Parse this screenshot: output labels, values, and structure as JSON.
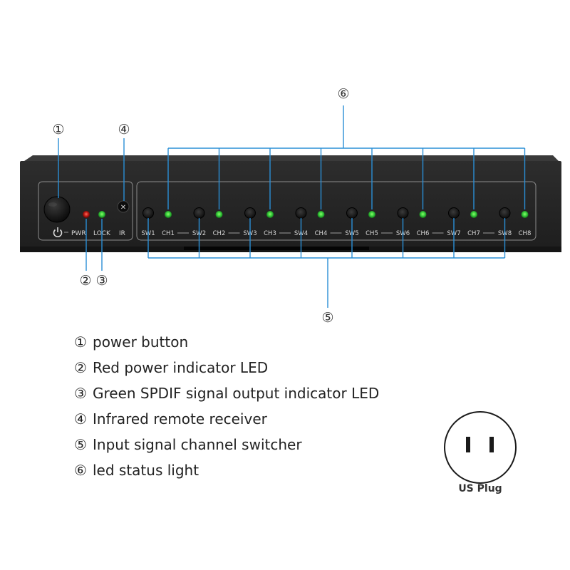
{
  "callouts": {
    "c1": "①",
    "c2": "②",
    "c3": "③",
    "c4": "④",
    "c5": "⑤",
    "c6": "⑥"
  },
  "panel": {
    "pwr_label": "PWR",
    "lock_label": "LOCK",
    "ir_label": "IR",
    "ir_mark": "✕",
    "switches": [
      "SW1",
      "SW2",
      "SW3",
      "SW4",
      "SW5",
      "SW6",
      "SW7",
      "SW8"
    ],
    "channels": [
      "CH1",
      "CH2",
      "CH3",
      "CH4",
      "CH5",
      "CH6",
      "CH7",
      "CH8"
    ]
  },
  "legend": [
    {
      "num": "①",
      "text": "power button"
    },
    {
      "num": "②",
      "text": "Red power indicator LED"
    },
    {
      "num": "③",
      "text": "Green SPDIF signal output indicator LED"
    },
    {
      "num": "④",
      "text": "Infrared remote receiver"
    },
    {
      "num": "⑤",
      "text": "Input signal channel switcher"
    },
    {
      "num": "⑥",
      "text": "led status light"
    }
  ],
  "plug": {
    "label": "US Plug"
  },
  "colors": {
    "callout_line": "#2a8fd6",
    "panel_dark": "#1c1c1c",
    "panel_face": "#262626",
    "led_green": "#35c83a",
    "led_red": "#d11a1a"
  },
  "icons": {
    "power": "power-icon",
    "plug": "us-plug-icon",
    "ir": "ir-receiver-icon"
  }
}
